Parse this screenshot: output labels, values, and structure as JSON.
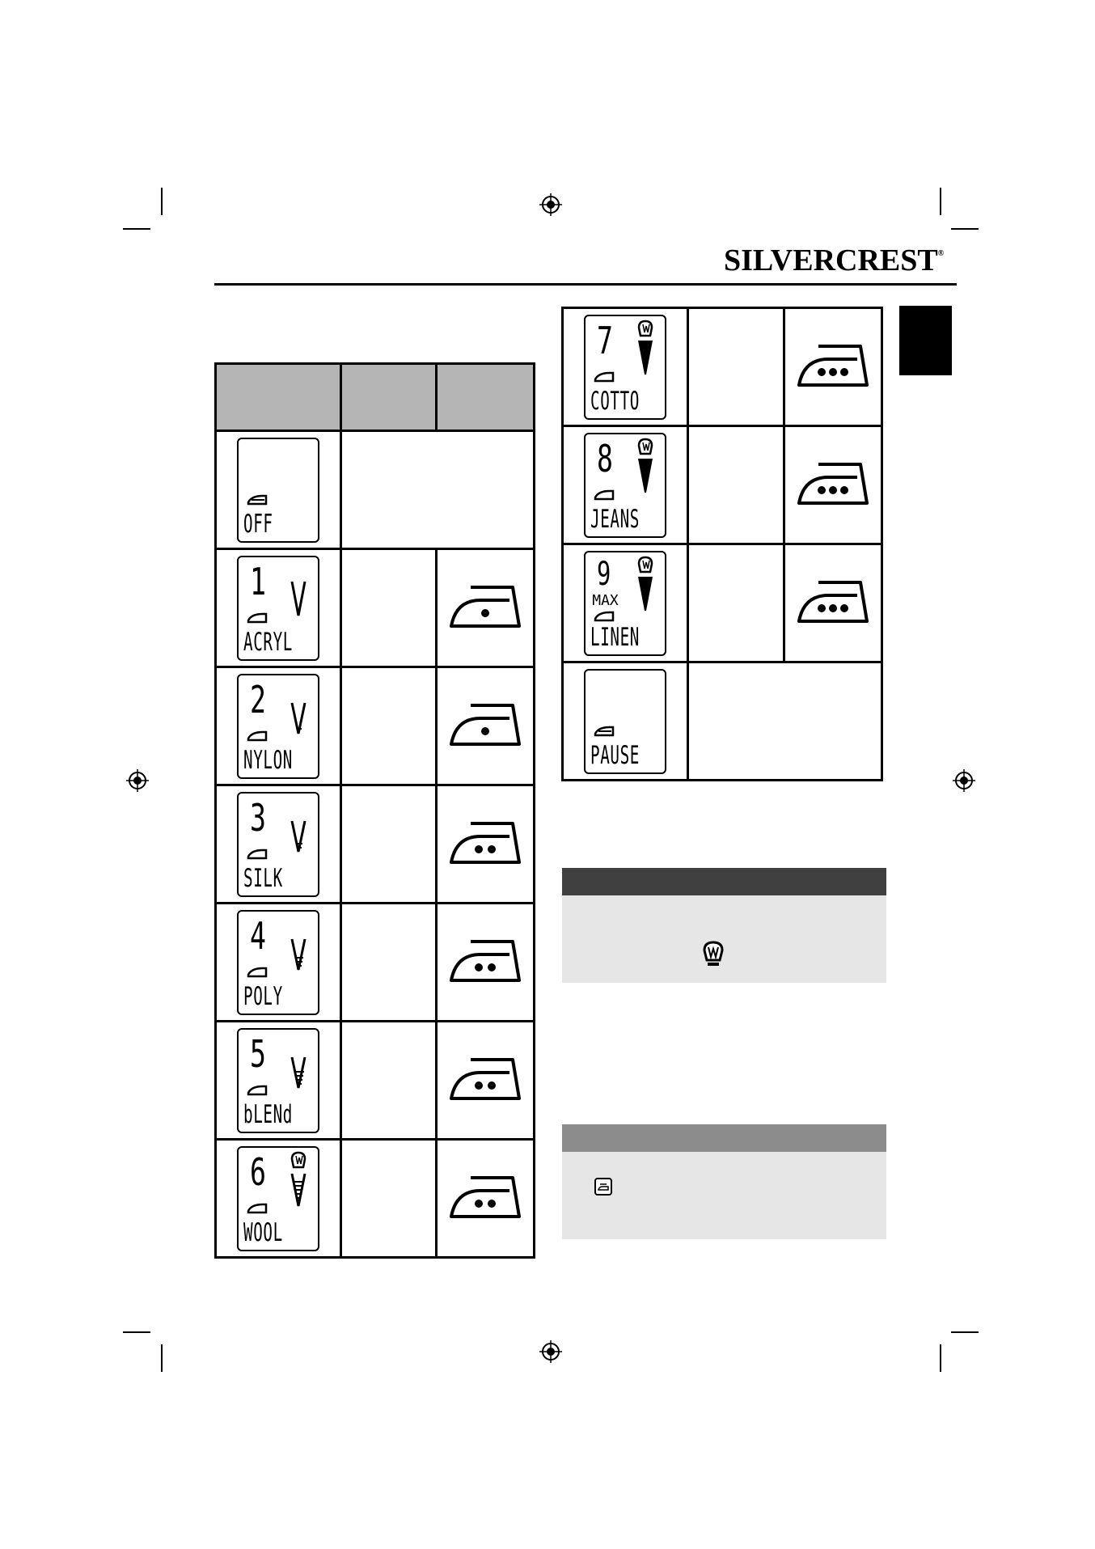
{
  "brand": {
    "logo_text_1": "SILVER",
    "logo_text_2": "CREST",
    "mark": "®"
  },
  "colors": {
    "header_gray": "#b5b5b5",
    "note_dark": "#404040",
    "note_mid": "#8c8c8c",
    "note_bg": "#e6e6e6"
  },
  "left_table": {
    "rows": [
      {
        "id": "off",
        "digit": "",
        "label": "OFF",
        "dots": 0,
        "indicator": "none"
      },
      {
        "id": "acryl",
        "digit": "1",
        "label": "ACRYL",
        "dots": 1,
        "indicator": "thermo"
      },
      {
        "id": "nylon",
        "digit": "2",
        "label": "NYLON",
        "dots": 1,
        "indicator": "thermo"
      },
      {
        "id": "silk",
        "digit": "3",
        "label": "SILK",
        "dots": 2,
        "indicator": "thermo"
      },
      {
        "id": "poly",
        "digit": "4",
        "label": "POLY",
        "dots": 2,
        "indicator": "thermo"
      },
      {
        "id": "blend",
        "digit": "5",
        "label": "bLENd",
        "dots": 2,
        "indicator": "thermo"
      },
      {
        "id": "wool",
        "digit": "6",
        "label": "WOOL",
        "dots": 2,
        "indicator": "steam"
      }
    ]
  },
  "right_table": {
    "rows": [
      {
        "id": "cotto",
        "digit": "7",
        "label": "COTTO",
        "dots": 3,
        "indicator": "steam"
      },
      {
        "id": "jeans",
        "digit": "8",
        "label": "JEANS",
        "dots": 3,
        "indicator": "steam"
      },
      {
        "id": "linen",
        "digit": "9",
        "label": "LINEN",
        "max": "MAX",
        "dots": 3,
        "indicator": "steam"
      },
      {
        "id": "pause",
        "digit": "",
        "label": "PAUSE",
        "dots": 0,
        "indicator": "none"
      }
    ]
  },
  "icons": {
    "steam": "steam-icon",
    "iron": "iron-icon",
    "soleplate": "soleplate-icon",
    "registration": "registration-mark-icon"
  }
}
